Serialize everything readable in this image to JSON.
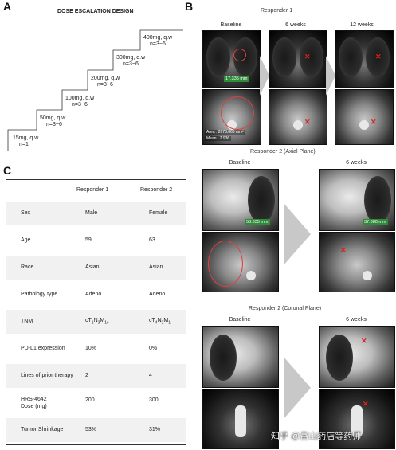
{
  "panel_a": {
    "letter": "A",
    "title": "DOSE ESCALATION DESIGN",
    "steps": [
      {
        "dose": "15mg, q.w",
        "n": "n=1"
      },
      {
        "dose": "50mg, q.w",
        "n": "n=3~6"
      },
      {
        "dose": "100mg, q.w",
        "n": "n=3~6"
      },
      {
        "dose": "200mg, q.w",
        "n": "n=3~6"
      },
      {
        "dose": "300mg, q.w",
        "n": "n=3~6"
      },
      {
        "dose": "400mg, q.w",
        "n": "n=3~6"
      }
    ]
  },
  "panel_c": {
    "letter": "C",
    "headers": [
      "",
      "Responder 1",
      "Responder 2"
    ],
    "rows": [
      {
        "label": "Sex",
        "r1": "Male",
        "r2": "Female"
      },
      {
        "label": "Age",
        "r1": "59",
        "r2": "63"
      },
      {
        "label": "Race",
        "r1": "Asian",
        "r2": "Asian"
      },
      {
        "label": "Pathology type",
        "r1": "Adeno",
        "r2": "Adeno"
      },
      {
        "label": "TNM",
        "r1": "cT1N3M1c",
        "r2": "cT4N2M1"
      },
      {
        "label": "PD-L1 expression",
        "r1": "10%",
        "r2": "0%"
      },
      {
        "label": "Lines of prior therapy",
        "r1": "2",
        "r2": "4"
      },
      {
        "label": "HRS-4642 Dose (mg)",
        "r1": "200",
        "r2": "300"
      },
      {
        "label": "Tumor Shrinkage",
        "r1": "53%",
        "r2": "31%"
      }
    ],
    "tnm_parts": {
      "r1": {
        "t": "cT",
        "t_sub": "1",
        "n": "N",
        "n_sub": "3",
        "m": "M",
        "m_sub": "1c"
      },
      "r2": {
        "t": "cT",
        "t_sub": "4",
        "n": "N",
        "n_sub": "2",
        "m": "M",
        "m_sub": "1"
      }
    },
    "hrs_line1": "HRS-4642",
    "hrs_line2": "Dose (mg)"
  },
  "panel_b": {
    "letter": "B",
    "responder1": {
      "title": "Responder 1",
      "columns": [
        "Baseline",
        "6 weeks",
        "12 weeks"
      ],
      "baseline_measure": "17.335 mm",
      "area_text": "Area : 2673.060 mm²",
      "mean_text": "Mean : 7.936"
    },
    "responder2_axial": {
      "title": "Responder 2 (Axial Plane)",
      "columns": [
        "Baseline",
        "6 weeks"
      ],
      "baseline_measure": "53.835 mm",
      "week6_measure": "37.080 mm"
    },
    "responder2_coronal": {
      "title": "Responder 2 (Coronal Plane)",
      "columns": [
        "Baseline",
        "6 weeks"
      ]
    }
  },
  "watermark": "知乎 @富山药店等药师",
  "colors": {
    "measure_tag": "#2e8b3a",
    "marker": "#e02020",
    "arrow": "#c8c8c8",
    "table_shade": "#f1f1f1"
  }
}
